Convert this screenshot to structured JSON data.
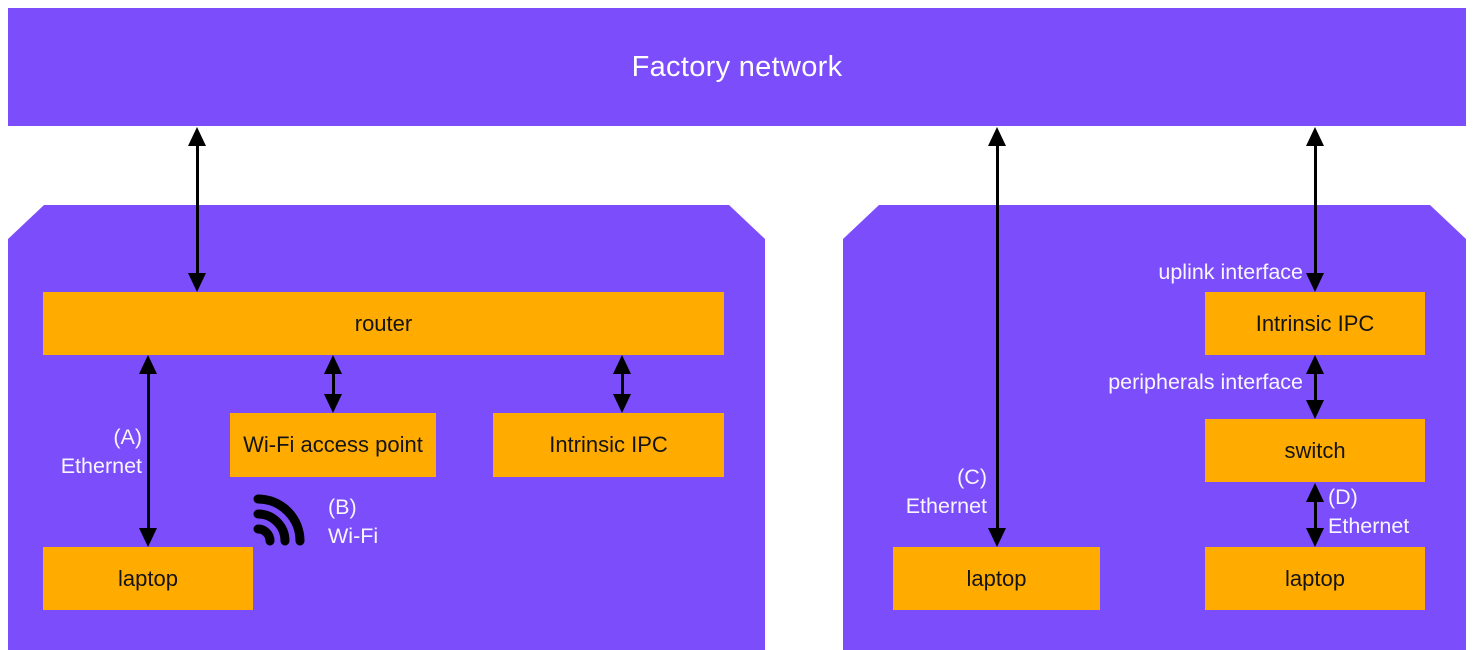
{
  "factory": {
    "label": "Factory network"
  },
  "left_cell": {
    "nodes": {
      "router": "router",
      "wifi_ap": "Wi-Fi access point",
      "ipc": "Intrinsic IPC",
      "laptop": "laptop"
    },
    "links": {
      "a": {
        "id": "(A)",
        "medium": "Ethernet"
      },
      "b": {
        "id": "(B)",
        "medium": "Wi-Fi"
      }
    }
  },
  "right_cell": {
    "nodes": {
      "ipc": "Intrinsic IPC",
      "switch": "switch",
      "laptop_c": "laptop",
      "laptop_d": "laptop"
    },
    "interfaces": {
      "uplink": "uplink interface",
      "peripherals": "peripherals interface"
    },
    "links": {
      "c": {
        "id": "(C)",
        "medium": "Ethernet"
      },
      "d": {
        "id": "(D)",
        "medium": "Ethernet"
      }
    }
  },
  "icons": {
    "wifi": "wifi-signal-icon"
  },
  "colors": {
    "purple": "#7C4DFB",
    "orange": "#FFAB00",
    "arrow": "#000000",
    "label_text": "#F8F6FF",
    "node_text": "#141414",
    "background": "#FFFFFF"
  }
}
